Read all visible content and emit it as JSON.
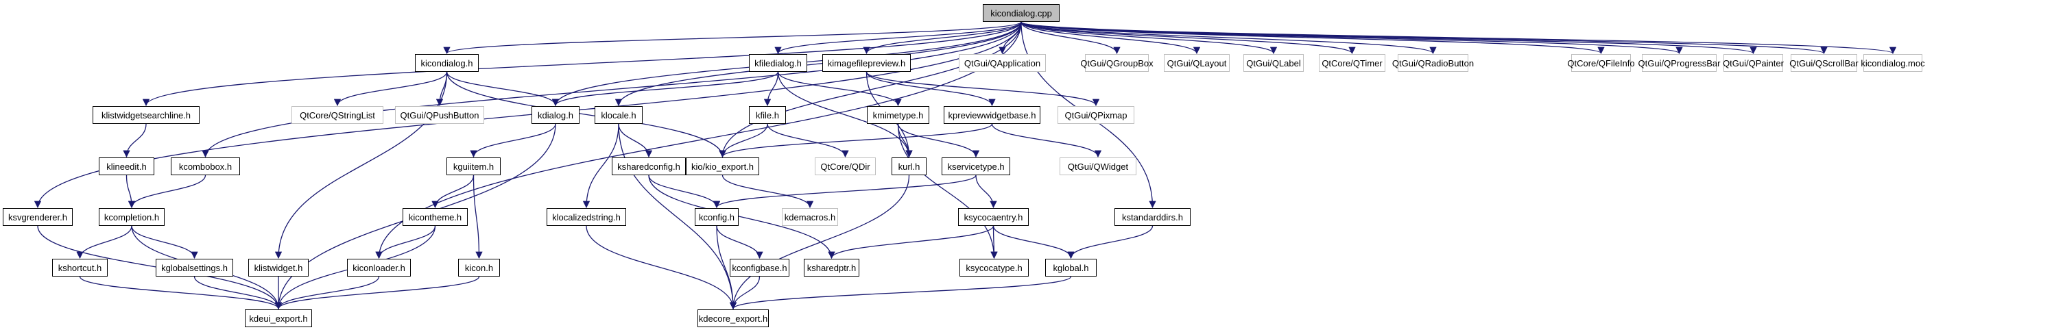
{
  "title": "kicondialog.cpp include dependency graph",
  "colors": {
    "edge": "#191970",
    "internal_border": "#000000",
    "external_border": "#bfbfbf",
    "root_fill": "#bfbfbf"
  },
  "nodes": [
    {
      "id": "kicondialog_cpp",
      "label": "kicondialog.cpp",
      "kind": "root"
    },
    {
      "id": "kicondialog_h",
      "label": "kicondialog.h",
      "kind": "internal"
    },
    {
      "id": "klistwidgetsearchline_h",
      "label": "klistwidgetsearchline.h",
      "kind": "internal"
    },
    {
      "id": "klineedit_h",
      "label": "klineedit.h",
      "kind": "internal"
    },
    {
      "id": "kcombobox_h",
      "label": "kcombobox.h",
      "kind": "internal"
    },
    {
      "id": "kcompletion_h",
      "label": "kcompletion.h",
      "kind": "internal"
    },
    {
      "id": "ksvgrenderer_h",
      "label": "ksvgrenderer.h",
      "kind": "internal"
    },
    {
      "id": "kshortcut_h",
      "label": "kshortcut.h",
      "kind": "internal"
    },
    {
      "id": "kglobalsettings_h",
      "label": "kglobalsettings.h",
      "kind": "internal"
    },
    {
      "id": "klistwidget_h",
      "label": "klistwidget.h",
      "kind": "internal"
    },
    {
      "id": "kdeui_export_h",
      "label": "kdeui_export.h",
      "kind": "internal"
    },
    {
      "id": "qstringlist",
      "label": "QtCore/QStringList",
      "kind": "external"
    },
    {
      "id": "qpushbutton",
      "label": "QtGui/QPushButton",
      "kind": "external"
    },
    {
      "id": "kdialog_h",
      "label": "kdialog.h",
      "kind": "internal"
    },
    {
      "id": "kguiitem_h",
      "label": "kguiitem.h",
      "kind": "internal"
    },
    {
      "id": "kicontheme_h",
      "label": "kicontheme.h",
      "kind": "internal"
    },
    {
      "id": "kiconloader_h",
      "label": "kiconloader.h",
      "kind": "internal"
    },
    {
      "id": "kicon_h",
      "label": "kicon.h",
      "kind": "internal"
    },
    {
      "id": "klocale_h",
      "label": "klocale.h",
      "kind": "internal"
    },
    {
      "id": "klocalizedstring_h",
      "label": "klocalizedstring.h",
      "kind": "internal"
    },
    {
      "id": "ksharedconfig_h",
      "label": "ksharedconfig.h",
      "kind": "internal"
    },
    {
      "id": "kconfig_h",
      "label": "kconfig.h",
      "kind": "internal"
    },
    {
      "id": "kconfigbase_h",
      "label": "kconfigbase.h",
      "kind": "internal"
    },
    {
      "id": "kdecore_export_h",
      "label": "kdecore_export.h",
      "kind": "internal"
    },
    {
      "id": "kdemacros_h",
      "label": "kdemacros.h",
      "kind": "external"
    },
    {
      "id": "ksharedptr_h",
      "label": "ksharedptr.h",
      "kind": "internal"
    },
    {
      "id": "kio_export_h",
      "label": "kio/kio_export.h",
      "kind": "internal"
    },
    {
      "id": "kfiledialog_h",
      "label": "kfiledialog.h",
      "kind": "internal"
    },
    {
      "id": "kfile_h",
      "label": "kfile.h",
      "kind": "internal"
    },
    {
      "id": "qdir",
      "label": "QtCore/QDir",
      "kind": "external"
    },
    {
      "id": "kimagefilepreview_h",
      "label": "kimagefilepreview.h",
      "kind": "internal"
    },
    {
      "id": "kmimetype_h",
      "label": "kmimetype.h",
      "kind": "internal"
    },
    {
      "id": "kurl_h",
      "label": "kurl.h",
      "kind": "internal"
    },
    {
      "id": "kservicetype_h",
      "label": "kservicetype.h",
      "kind": "internal"
    },
    {
      "id": "kpreviewwidgetbase_h",
      "label": "kpreviewwidgetbase.h",
      "kind": "internal"
    },
    {
      "id": "qpixmap",
      "label": "QtGui/QPixmap",
      "kind": "external"
    },
    {
      "id": "qwidget",
      "label": "QtGui/QWidget",
      "kind": "external"
    },
    {
      "id": "ksycocaentry_h",
      "label": "ksycocaentry.h",
      "kind": "internal"
    },
    {
      "id": "ksycocatype_h",
      "label": "ksycocatype.h",
      "kind": "internal"
    },
    {
      "id": "kglobal_h",
      "label": "kglobal.h",
      "kind": "internal"
    },
    {
      "id": "kstandarddirs_h",
      "label": "kstandarddirs.h",
      "kind": "internal"
    },
    {
      "id": "qapplication",
      "label": "QtGui/QApplication",
      "kind": "external"
    },
    {
      "id": "qgroupbox",
      "label": "QtGui/QGroupBox",
      "kind": "external"
    },
    {
      "id": "qlayout",
      "label": "QtGui/QLayout",
      "kind": "external"
    },
    {
      "id": "qlabel",
      "label": "QtGui/QLabel",
      "kind": "external"
    },
    {
      "id": "qtimer",
      "label": "QtCore/QTimer",
      "kind": "external"
    },
    {
      "id": "qradiobutton",
      "label": "QtGui/QRadioButton",
      "kind": "external"
    },
    {
      "id": "qfileinfo",
      "label": "QtCore/QFileInfo",
      "kind": "external"
    },
    {
      "id": "qprogressbar",
      "label": "QtGui/QProgressBar",
      "kind": "external"
    },
    {
      "id": "qpainter",
      "label": "QtGui/QPainter",
      "kind": "external"
    },
    {
      "id": "qscrollbar",
      "label": "QtGui/QScrollBar",
      "kind": "external"
    },
    {
      "id": "kicondialog_moc",
      "label": "kicondialog.moc",
      "kind": "external"
    }
  ],
  "edges": [
    [
      "kicondialog_cpp",
      "kicondialog_h"
    ],
    [
      "kicondialog_cpp",
      "klistwidgetsearchline_h"
    ],
    [
      "kicondialog_cpp",
      "ksvgrenderer_h"
    ],
    [
      "kicondialog_cpp",
      "kcombobox_h"
    ],
    [
      "kicondialog_cpp",
      "kiconloader_h"
    ],
    [
      "kicondialog_cpp",
      "klocale_h"
    ],
    [
      "kicondialog_cpp",
      "kio_export_h"
    ],
    [
      "kicondialog_cpp",
      "kfiledialog_h"
    ],
    [
      "kicondialog_cpp",
      "kimagefilepreview_h"
    ],
    [
      "kicondialog_cpp",
      "kdialog_h"
    ],
    [
      "kicondialog_cpp",
      "kstandarddirs_h"
    ],
    [
      "kicondialog_cpp",
      "qapplication"
    ],
    [
      "kicondialog_cpp",
      "qgroupbox"
    ],
    [
      "kicondialog_cpp",
      "qlayout"
    ],
    [
      "kicondialog_cpp",
      "qlabel"
    ],
    [
      "kicondialog_cpp",
      "qtimer"
    ],
    [
      "kicondialog_cpp",
      "qradiobutton"
    ],
    [
      "kicondialog_cpp",
      "qfileinfo"
    ],
    [
      "kicondialog_cpp",
      "qprogressbar"
    ],
    [
      "kicondialog_cpp",
      "qpainter"
    ],
    [
      "kicondialog_cpp",
      "qscrollbar"
    ],
    [
      "kicondialog_cpp",
      "kicondialog_moc"
    ],
    [
      "kicondialog_h",
      "qstringlist"
    ],
    [
      "kicondialog_h",
      "qpushbutton"
    ],
    [
      "kicondialog_h",
      "kdialog_h"
    ],
    [
      "kicondialog_h",
      "klistwidget_h"
    ],
    [
      "kicondialog_h",
      "kio_export_h"
    ],
    [
      "klistwidgetsearchline_h",
      "klineedit_h"
    ],
    [
      "klineedit_h",
      "kcompletion_h"
    ],
    [
      "kcombobox_h",
      "kcompletion_h"
    ],
    [
      "kcompletion_h",
      "kshortcut_h"
    ],
    [
      "kcompletion_h",
      "kglobalsettings_h"
    ],
    [
      "kcompletion_h",
      "kdeui_export_h"
    ],
    [
      "ksvgrenderer_h",
      "kdeui_export_h"
    ],
    [
      "kshortcut_h",
      "kdeui_export_h"
    ],
    [
      "kglobalsettings_h",
      "kdeui_export_h"
    ],
    [
      "klistwidget_h",
      "kdeui_export_h"
    ],
    [
      "kiconloader_h",
      "kdeui_export_h"
    ],
    [
      "kicontheme_h",
      "kdeui_export_h"
    ],
    [
      "kicon_h",
      "kdeui_export_h"
    ],
    [
      "kdialog_h",
      "kdeui_export_h"
    ],
    [
      "kdialog_h",
      "kguiitem_h"
    ],
    [
      "kguiitem_h",
      "kicontheme_h"
    ],
    [
      "kguiitem_h",
      "kicon_h"
    ],
    [
      "kicontheme_h",
      "kiconloader_h"
    ],
    [
      "klocale_h",
      "klocalizedstring_h"
    ],
    [
      "klocale_h",
      "ksharedconfig_h"
    ],
    [
      "klocale_h",
      "kdecore_export_h"
    ],
    [
      "klocalizedstring_h",
      "kdecore_export_h"
    ],
    [
      "ksharedconfig_h",
      "kconfig_h"
    ],
    [
      "ksharedconfig_h",
      "ksharedptr_h"
    ],
    [
      "kconfig_h",
      "kconfigbase_h"
    ],
    [
      "kconfig_h",
      "kdecore_export_h"
    ],
    [
      "kconfigbase_h",
      "kdecore_export_h"
    ],
    [
      "kio_export_h",
      "kdemacros_h"
    ],
    [
      "kfiledialog_h",
      "kdialog_h"
    ],
    [
      "kfiledialog_h",
      "kfile_h"
    ],
    [
      "kfiledialog_h",
      "kurl_h"
    ],
    [
      "kfiledialog_h",
      "kmimetype_h"
    ],
    [
      "kfile_h",
      "kio_export_h"
    ],
    [
      "kfile_h",
      "qdir"
    ],
    [
      "kimagefilepreview_h",
      "kurl_h"
    ],
    [
      "kimagefilepreview_h",
      "kpreviewwidgetbase_h"
    ],
    [
      "kimagefilepreview_h",
      "qpixmap"
    ],
    [
      "kmimetype_h",
      "kurl_h"
    ],
    [
      "kmimetype_h",
      "kservicetype_h"
    ],
    [
      "kmimetype_h",
      "ksycocatype_h"
    ],
    [
      "kpreviewwidgetbase_h",
      "kio_export_h"
    ],
    [
      "kpreviewwidgetbase_h",
      "qwidget"
    ],
    [
      "kservicetype_h",
      "kconfig_h"
    ],
    [
      "kservicetype_h",
      "ksycocaentry_h"
    ],
    [
      "ksycocaentry_h",
      "ksharedptr_h"
    ],
    [
      "ksycocaentry_h",
      "ksycocatype_h"
    ],
    [
      "ksycocaentry_h",
      "kglobal_h"
    ],
    [
      "kstandarddirs_h",
      "kglobal_h"
    ],
    [
      "kglobal_h",
      "kdecore_export_h"
    ],
    [
      "kurl_h",
      "kdecore_export_h"
    ]
  ]
}
